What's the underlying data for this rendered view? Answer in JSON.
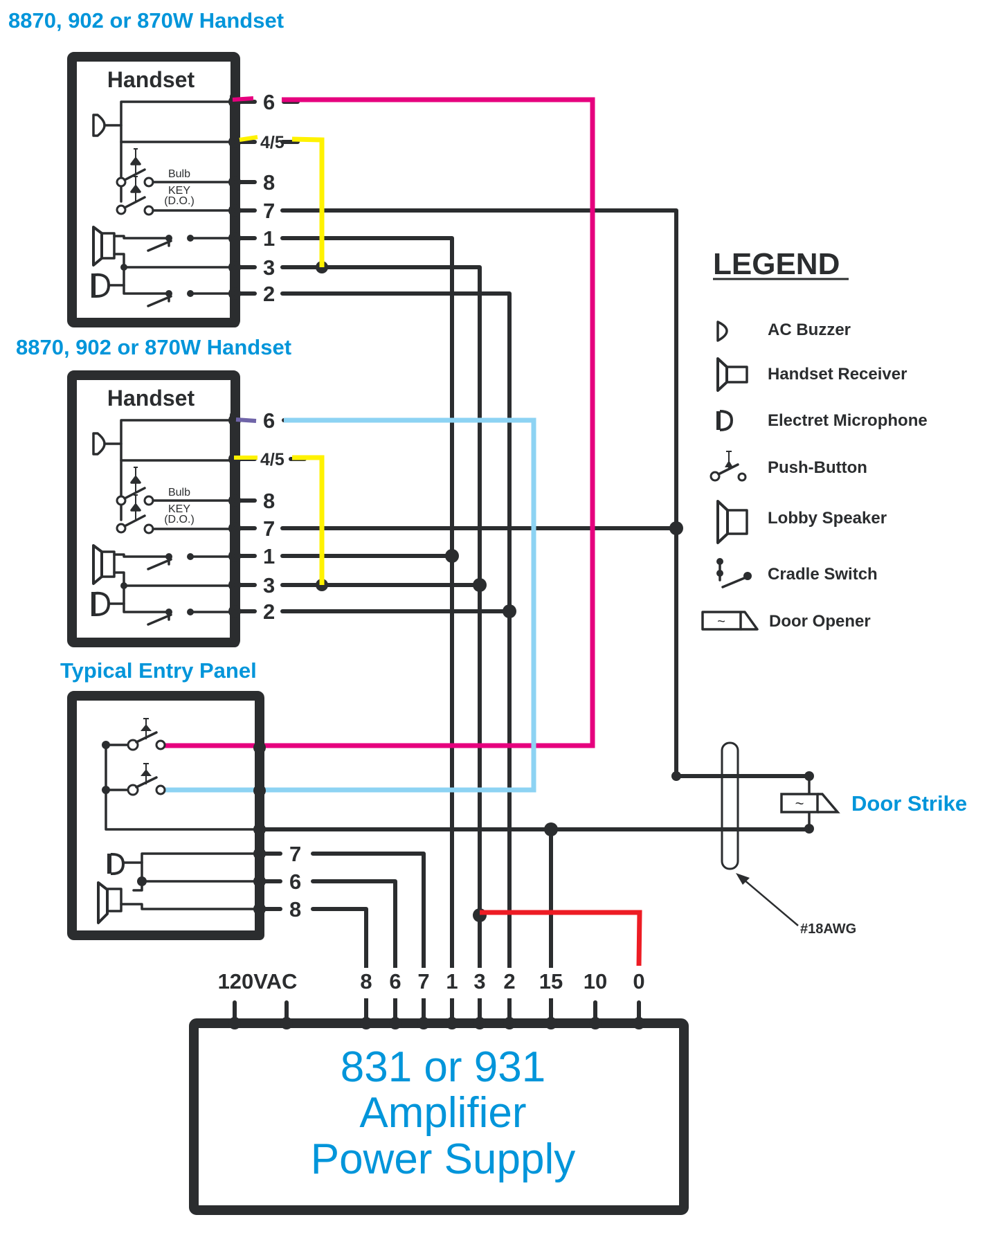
{
  "titles": {
    "handset1": "8870, 902 or 870W Handset",
    "handset2": "8870, 902 or 870W Handset",
    "entry_panel": "Typical Entry Panel",
    "door_strike": "Door Strike"
  },
  "handset_box": {
    "label": "Handset",
    "bulb_label": "Bulb",
    "key_label": "KEY",
    "do_label": "(D.O.)",
    "pins": [
      "6",
      "4/5",
      "8",
      "7",
      "1",
      "3",
      "2"
    ]
  },
  "entry_panel": {
    "pins": [
      "7",
      "6",
      "8"
    ]
  },
  "power_supply": {
    "line1": "831 or 931",
    "line2": "Amplifier",
    "line3": "Power Supply",
    "ac_label": "120VAC",
    "terminals": [
      "8",
      "6",
      "7",
      "1",
      "3",
      "2",
      "15",
      "10",
      "0"
    ]
  },
  "wire_gauge_label": "#18AWG",
  "legend": {
    "title": "LEGEND",
    "items": [
      {
        "icon": "ac-buzzer-icon",
        "label": "AC Buzzer"
      },
      {
        "icon": "handset-receiver-icon",
        "label": "Handset Receiver"
      },
      {
        "icon": "electret-microphone-icon",
        "label": "Electret Microphone"
      },
      {
        "icon": "push-button-icon",
        "label": "Push-Button"
      },
      {
        "icon": "lobby-speaker-icon",
        "label": "Lobby Speaker"
      },
      {
        "icon": "cradle-switch-icon",
        "label": "Cradle Switch"
      },
      {
        "icon": "door-opener-icon",
        "label": "Door Opener"
      }
    ]
  },
  "colors": {
    "wire": "#2B2D2F",
    "magenta": "#E6007E",
    "light_blue": "#8DD3F3",
    "yellow": "#FFF200",
    "red": "#ED1C24",
    "purple": "#6F64A8",
    "title_blue": "#0095DA"
  }
}
